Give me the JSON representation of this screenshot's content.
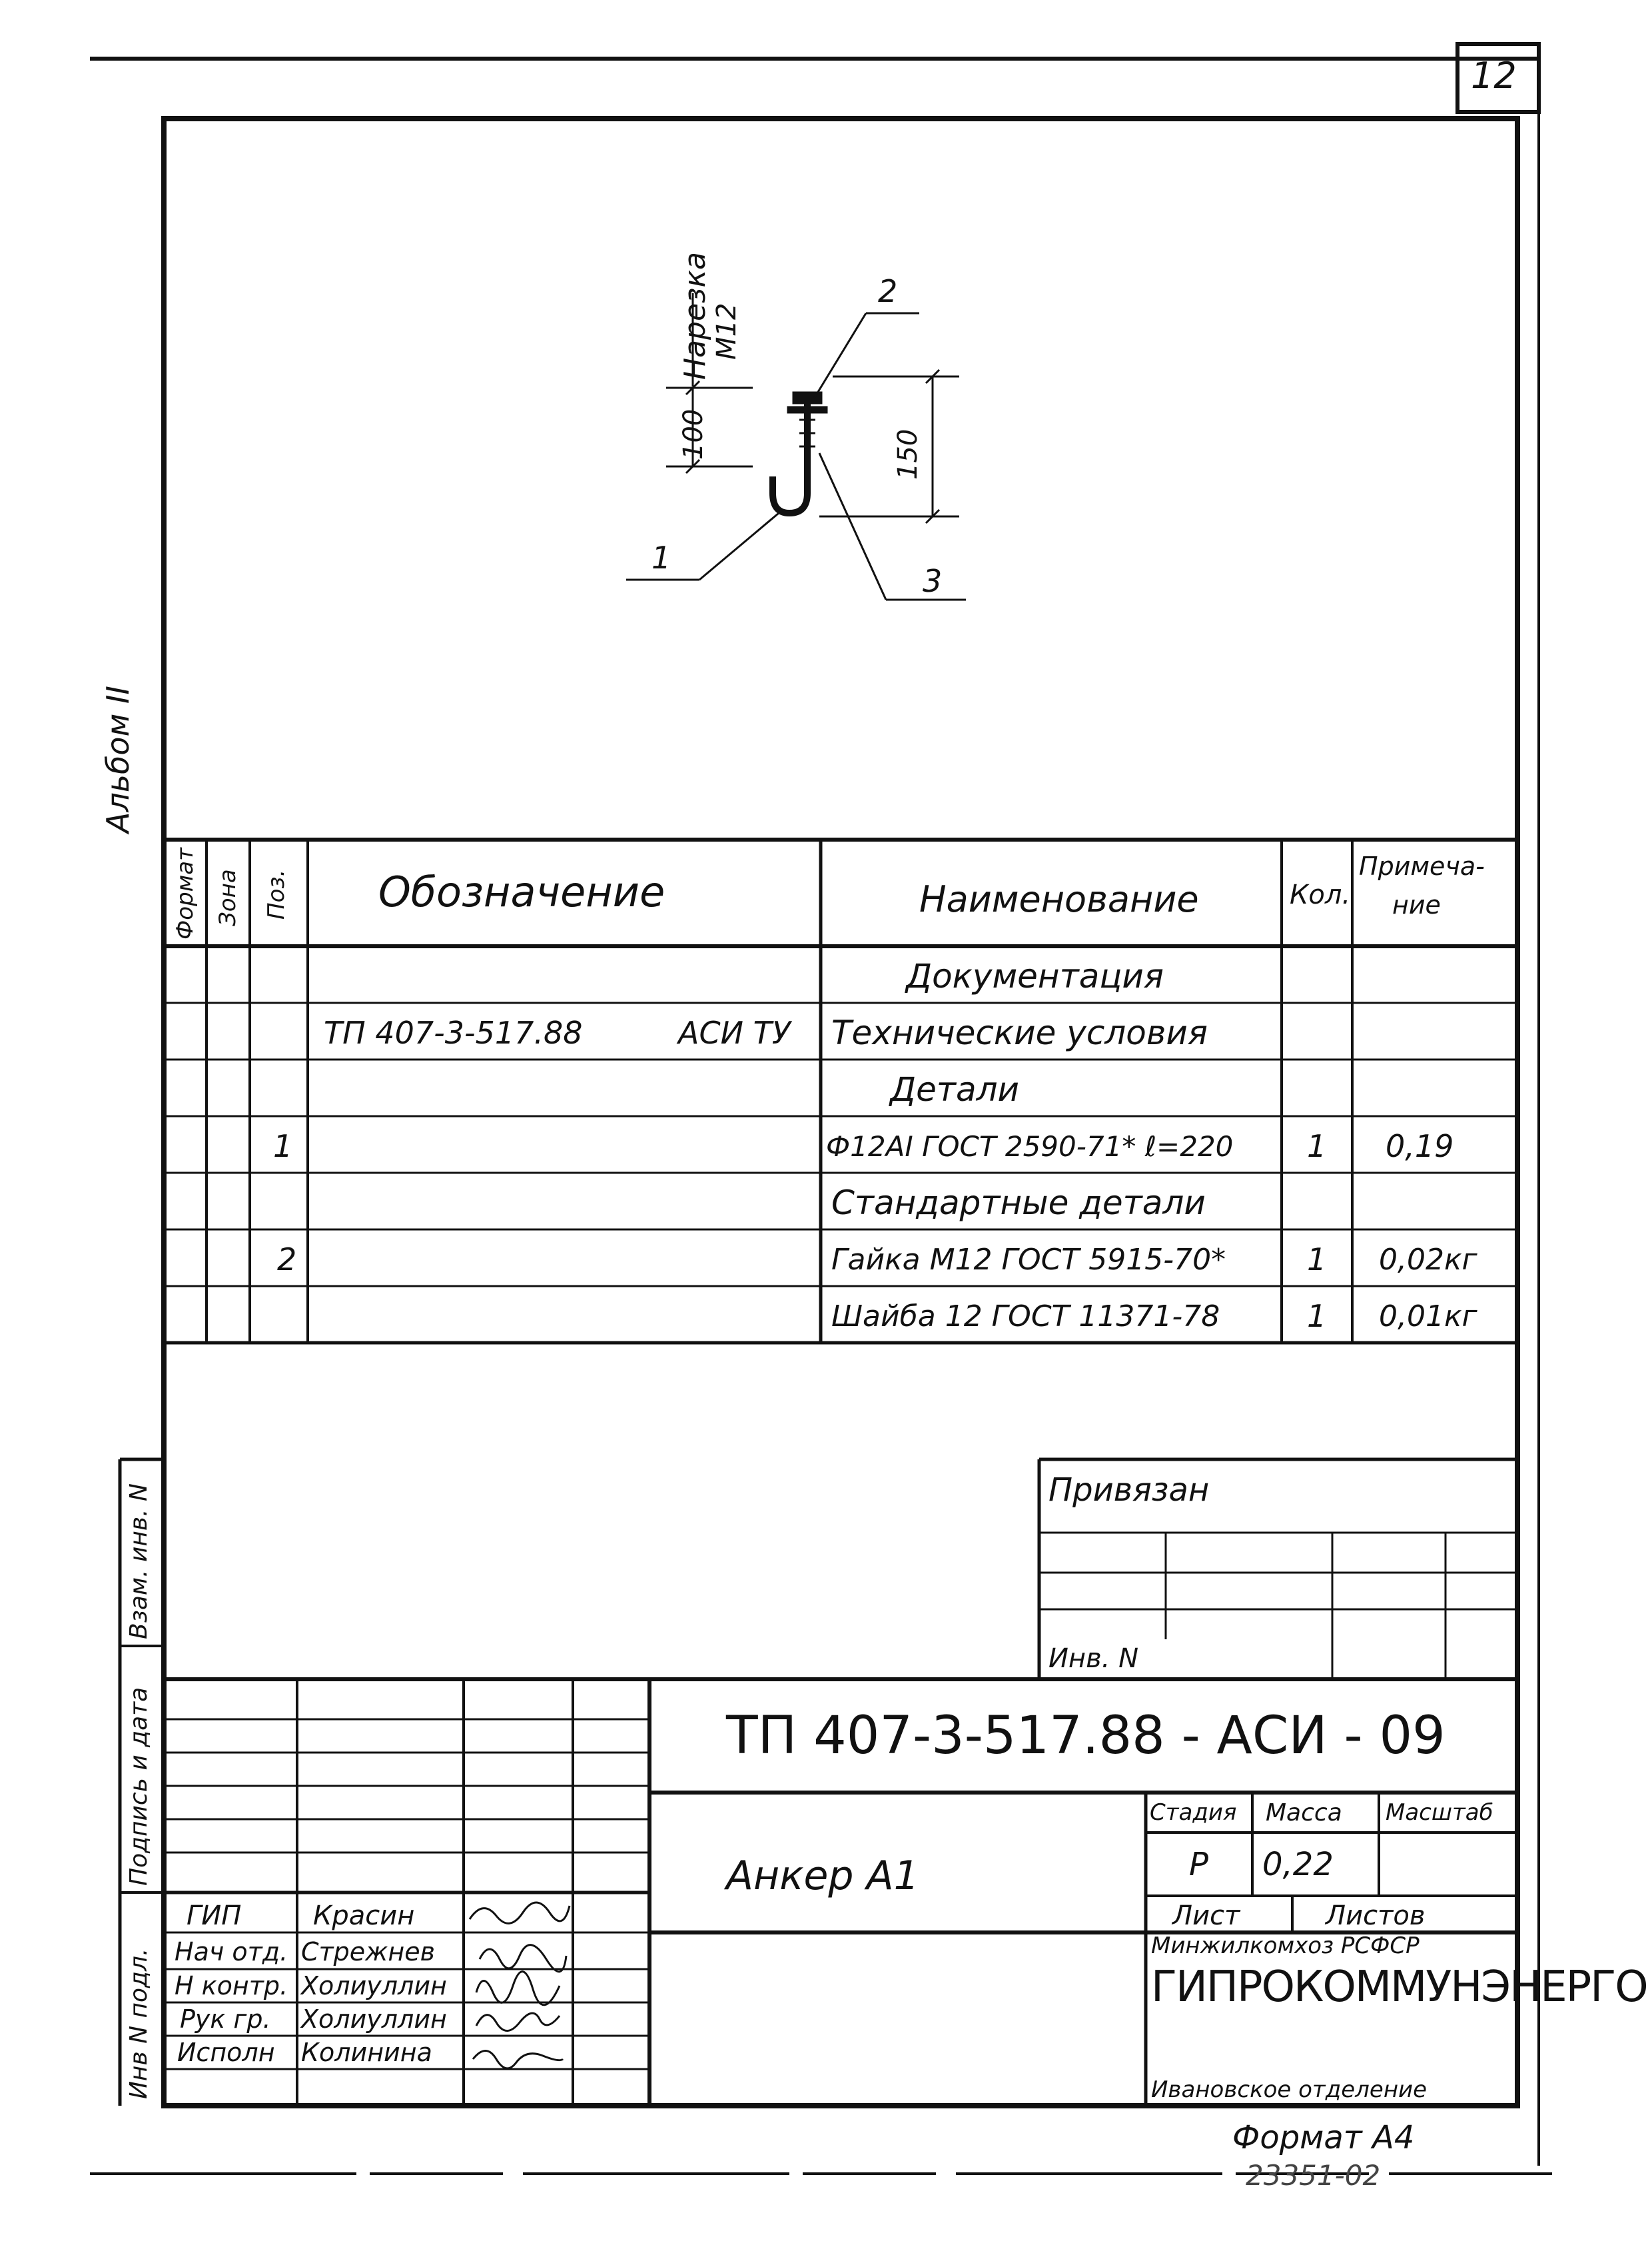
{
  "sheet_number": "12",
  "side_label": "Альбом II",
  "drawing": {
    "thread_label": "Нарезка",
    "thread_size": "М12",
    "dim_thread": "100",
    "dim_height": "150",
    "callouts": [
      "1",
      "2",
      "3"
    ]
  },
  "spec_table": {
    "headers": {
      "format": "Формат",
      "zone": "Зона",
      "pos": "Поз.",
      "designation": "Обозначение",
      "name": "Наименование",
      "qty": "Кол.",
      "note_line1": "Примеча-",
      "note_line2": "ние"
    },
    "rows": [
      {
        "pos": "",
        "designation": "",
        "name": "Документация",
        "qty": "",
        "note": ""
      },
      {
        "pos": "",
        "designation": "ТП 407-3-517.88",
        "designation_suffix": "АСИ ТУ",
        "name": "Технические условия",
        "qty": "",
        "note": ""
      },
      {
        "pos": "",
        "designation": "",
        "name": "Детали",
        "qty": "",
        "note": ""
      },
      {
        "pos": "1",
        "designation": "",
        "name": "Ф12AI ГОСТ 2590-71* ℓ=220",
        "qty": "1",
        "note": "0,19"
      },
      {
        "pos": "",
        "designation": "",
        "name": "Стандартные детали",
        "qty": "",
        "note": ""
      },
      {
        "pos": "2",
        "designation": "",
        "name": "Гайка М12 ГОСТ 5915-70*",
        "qty": "1",
        "note": "0,02кг"
      },
      {
        "pos": "",
        "designation": "",
        "name": "Шайба 12 ГОСТ 11371-78",
        "qty": "1",
        "note": "0,01кг"
      }
    ]
  },
  "privyazan": {
    "title": "Привязан",
    "inv": "Инв. N"
  },
  "left_strip": {
    "labels": [
      "Инв N подл.",
      "Подпись и дата",
      "Взам. инв. N"
    ]
  },
  "title_block": {
    "doc_code": "ТП 407-3-517.88 - АСИ - 09",
    "object_name": "Анкер А1",
    "stage_label": "Стадия",
    "mass_label": "Масса",
    "scale_label": "Масштаб",
    "stage_value": "Р",
    "mass_value": "0,22",
    "sheet_label": "Лист",
    "sheets_label": "Листов",
    "org_line1": "Минжилкомхоз РСФСР",
    "org_line2": "ГИПРОКОММУНЭНЕРГО",
    "org_line3": "Ивановское отделение",
    "signatures": [
      {
        "role": "ГИП",
        "name": "Красин"
      },
      {
        "role": "Нач отд.",
        "name": "Стрежнев"
      },
      {
        "role": "Н контр.",
        "name": "Холиуллин"
      },
      {
        "role": "Рук гр.",
        "name": "Холиуллин"
      },
      {
        "role": "Исполн",
        "name": "Колинина"
      }
    ]
  },
  "format_label": "Формат А4",
  "archive_number": "23351-02"
}
